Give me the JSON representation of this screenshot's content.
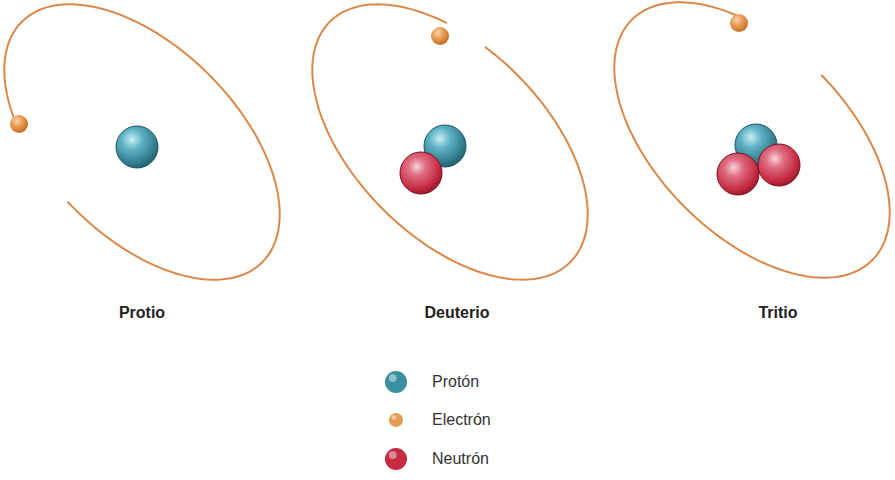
{
  "diagram": {
    "labels": [
      "Protio",
      "Deuterio",
      "Tritio"
    ],
    "legend": [
      {
        "text": "Protón",
        "color": "#3a8fa0"
      },
      {
        "text": "Electrón",
        "color": "#e59a55"
      },
      {
        "text": "Neutrón",
        "color": "#c72b42"
      }
    ]
  }
}
